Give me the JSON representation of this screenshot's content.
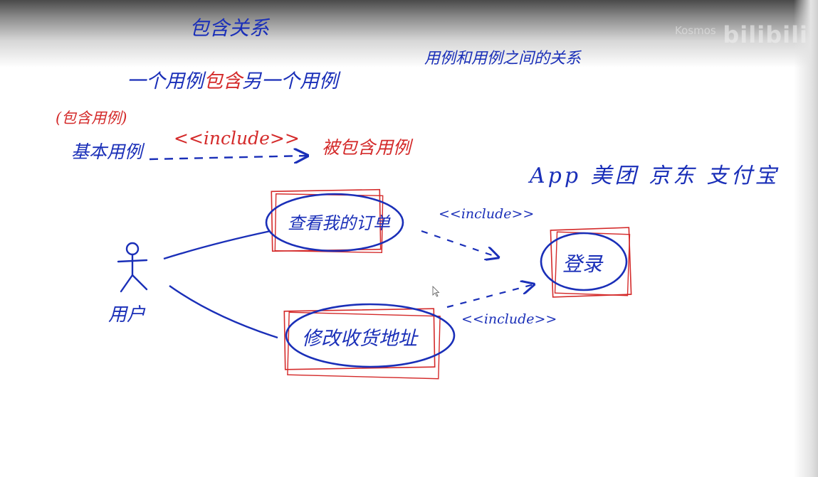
{
  "watermark": {
    "text": "bilibili",
    "user": "Kosmos"
  },
  "title": "包含关系",
  "subtitle": "用例和用例之间的关系",
  "definition": {
    "prefix": "一个用例",
    "keyword": "包含",
    "suffix": "另一个用例"
  },
  "legend": {
    "note": "(包含用例)",
    "base": "基本用例",
    "stereotype": "<<include>>",
    "included": "被包含用例"
  },
  "app_note": "App 美团 京东 支付宝",
  "actor": {
    "label": "用户"
  },
  "use_cases": {
    "view_orders": "查看我的订单",
    "edit_address": "修改收货地址",
    "login": "登录"
  },
  "relations": {
    "include_top": "<<include>>",
    "include_bottom": "<<include>>"
  },
  "colors": {
    "ink_blue": "#1a2fb8",
    "ink_red": "#d42a2a"
  }
}
